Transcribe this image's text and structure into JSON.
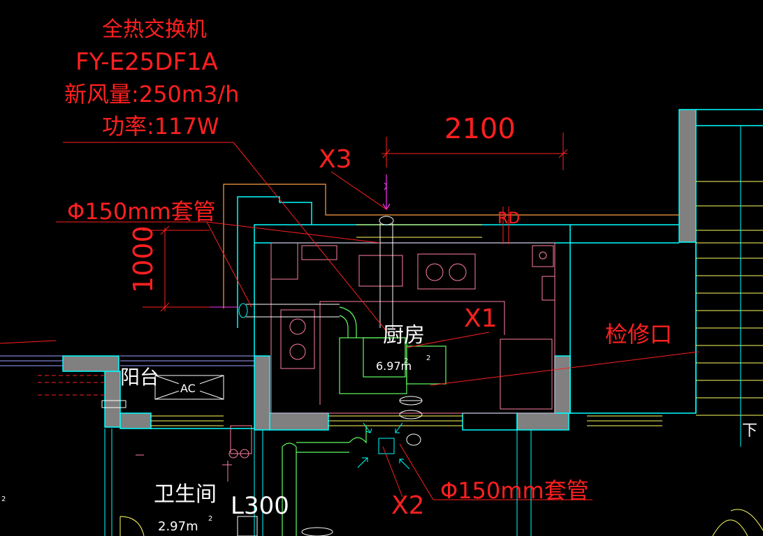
{
  "equipment": {
    "name": "全热交换机",
    "model": "FY-E25DF1A",
    "airflow": "新风量:250m3/h",
    "power": "功率:117W"
  },
  "dimensions": {
    "width_top": "2100",
    "height_left": "1000",
    "bottom_partial": "L300"
  },
  "labels": {
    "x1": "X1",
    "x2": "X2",
    "x3": "X3",
    "sleeve_top": "Φ150mm套管",
    "sleeve_bottom": "Φ150mm套管",
    "inspection": "检修口",
    "kitchen": "厨房",
    "kitchen_area": "6.97m",
    "kitchen_area_sup": "2",
    "bathroom": "卫生间",
    "bathroom_area": "2.97m",
    "bathroom_area_sup": "2",
    "balcony": "阳台",
    "ac": "AC",
    "rd": "RD",
    "down": "下",
    "fridge_sup": "2",
    "left_edge_sup": "2"
  },
  "colors": {
    "background": "#000000",
    "annotation": "#ff2020",
    "wall": "#808080",
    "wall_outline": "#00ffff",
    "fixture": "#ff80a0",
    "window": "#ffff60",
    "duct": "#60ff60",
    "magenta": "#ff30ff"
  }
}
